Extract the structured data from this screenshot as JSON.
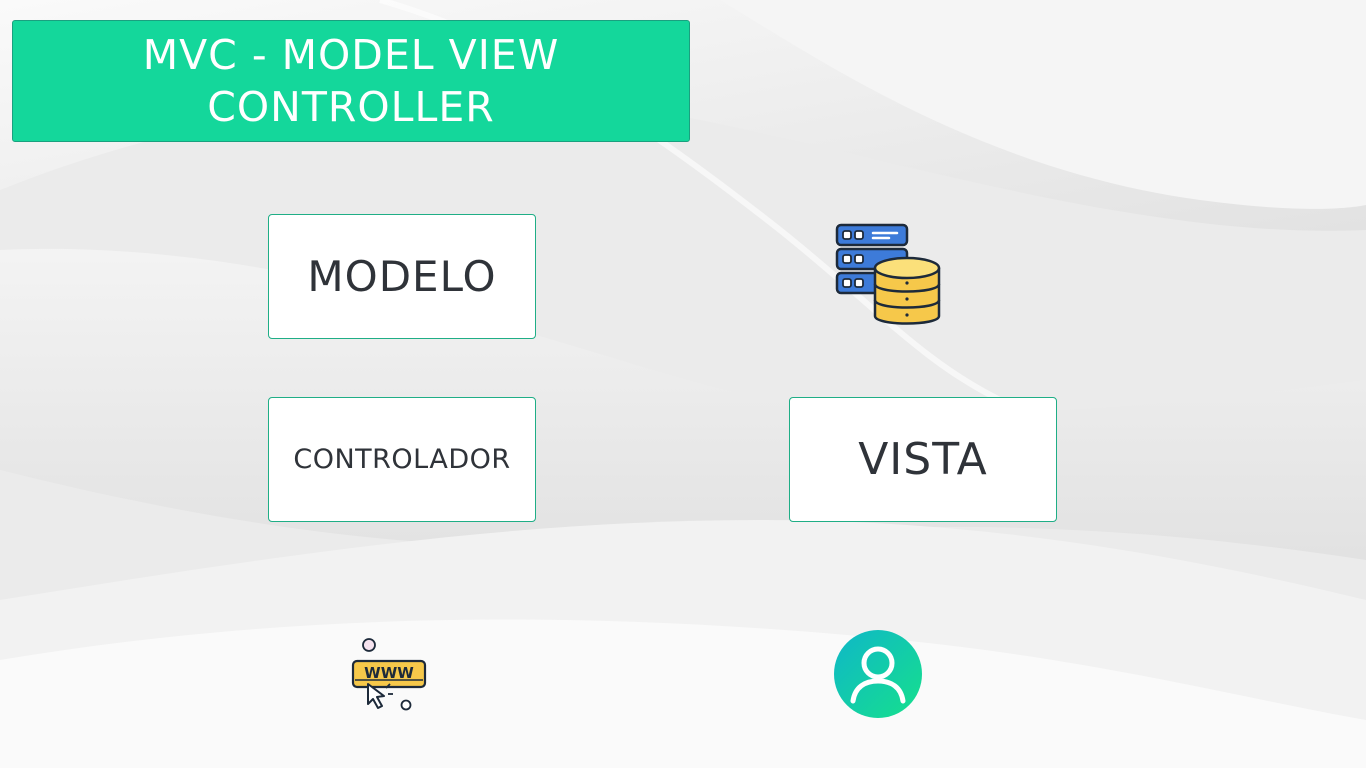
{
  "title": "MVC - MODEL VIEW CONTROLLER",
  "boxes": {
    "modelo": "MODELO",
    "controlador": "CONTROLADOR",
    "vista": "VISTA"
  },
  "icons": {
    "model": "database-server-icon",
    "controller": "www-cursor-icon",
    "view": "user-icon"
  },
  "colors": {
    "accent": "#14d79b",
    "box_border": "#1fae86",
    "text": "#2f3339"
  }
}
